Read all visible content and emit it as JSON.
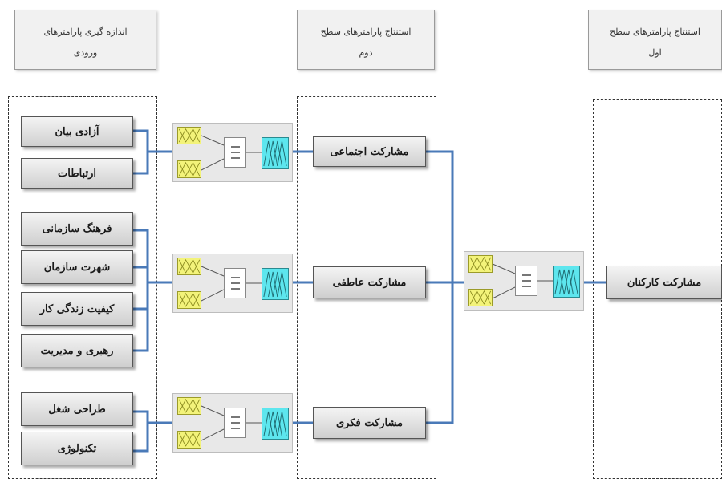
{
  "headers": {
    "input_measurement": {
      "line1": "اندازه گیری پارامترهای",
      "line2": "ورودی"
    },
    "second_level": {
      "line1": "استنتاج پارامترهای سطح",
      "line2": "دوم"
    },
    "first_level": {
      "line1": "استنتاج پارامترهای سطح",
      "line2": "اول"
    }
  },
  "inputs": {
    "freedom_of_speech": "آزادی بیان",
    "communications": "ارتباطات",
    "organizational_culture": "فرهنگ سازمانی",
    "organization_reputation": "شهرت سازمان",
    "quality_of_work_life": "کیفیت زندگی کار",
    "leadership_management": "رهبری و مدیریت",
    "job_design": "طراحی شغل",
    "technology": "تکنولوژی"
  },
  "second_level": {
    "social_participation": "مشارکت اجتماعی",
    "emotional_participation": "مشارکت عاطفی",
    "intellectual_participation": "مشارکت فکری"
  },
  "first_level": {
    "employee_participation": "مشارکت کارکنان"
  },
  "colors": {
    "connector": "#4a7ab8",
    "input_mf": "#f3f37a",
    "output_mf": "#5de6ee"
  }
}
